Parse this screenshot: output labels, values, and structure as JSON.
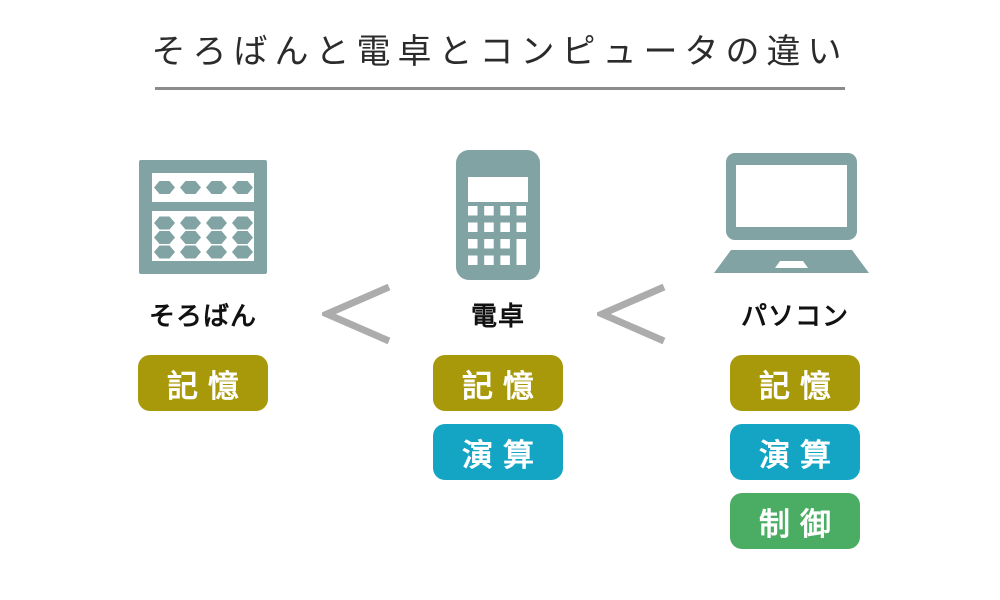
{
  "title": "そろばんと電卓とコンピュータの違い",
  "columns": [
    {
      "label": "そろばん",
      "icon": "abacus-icon",
      "badges": [
        {
          "text": "記憶",
          "color": "#A8990A"
        }
      ]
    },
    {
      "label": "電卓",
      "icon": "calculator-icon",
      "badges": [
        {
          "text": "記憶",
          "color": "#A8990A"
        },
        {
          "text": "演算",
          "color": "#14A5C5"
        }
      ]
    },
    {
      "label": "パソコン",
      "icon": "laptop-icon",
      "badges": [
        {
          "text": "記憶",
          "color": "#A8990A"
        },
        {
          "text": "演算",
          "color": "#14A5C5"
        },
        {
          "text": "制御",
          "color": "#4BAD63"
        }
      ]
    }
  ],
  "separators": [
    {
      "symbol": "<"
    },
    {
      "symbol": "<"
    }
  ],
  "colors": {
    "background": "#FFFFFF",
    "device_icon": "#82A3A3",
    "memory_badge": "#A8990A",
    "calculation_badge": "#14A5C5",
    "control_badge": "#4BAD63",
    "separator_gray": "#ACACAC",
    "underline_gray": "#8C8C8C",
    "title_text": "#2B2B2B",
    "badge_text": "#FFFFFF"
  }
}
